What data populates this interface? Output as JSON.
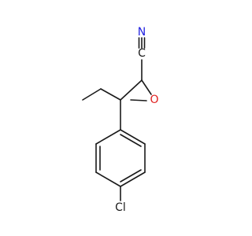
{
  "atoms": {
    "nitrogen": {
      "label": "N",
      "color": "#1f1fe0"
    },
    "carbon": {
      "label": "C",
      "color": "#1a1a1a"
    },
    "oxygen": {
      "label": "O",
      "color": "#e0201f"
    },
    "chlorine": {
      "label": "Cl",
      "color": "#1a1a1a"
    }
  }
}
